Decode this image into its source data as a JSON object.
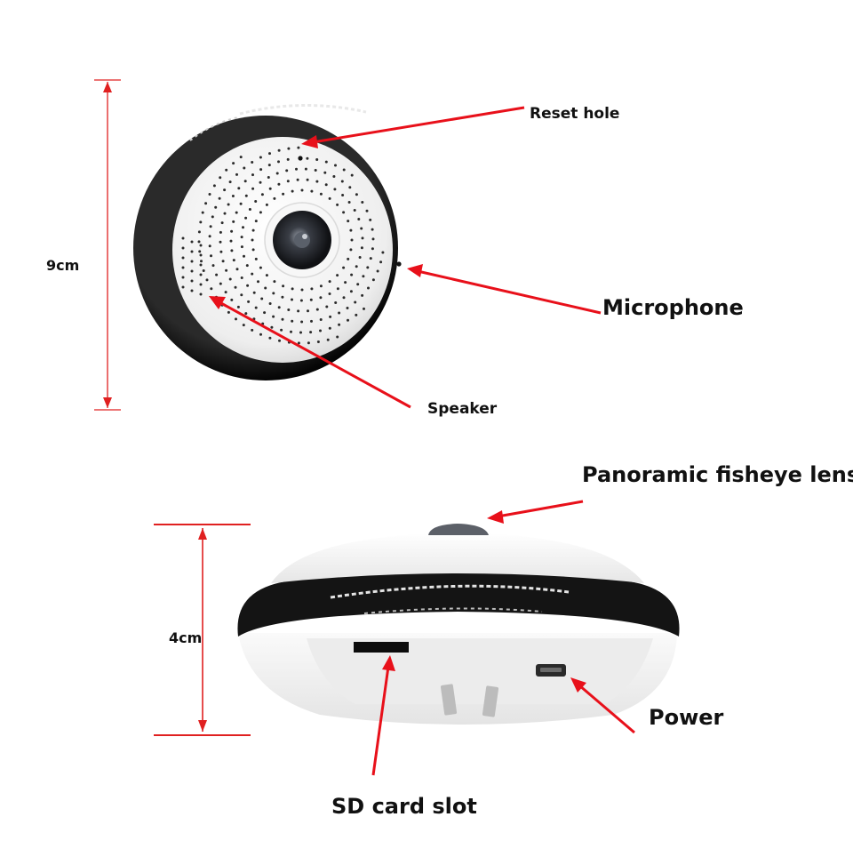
{
  "labels": {
    "reset_hole": "Reset hole",
    "microphone": "Microphone",
    "speaker": "Speaker",
    "fisheye_lens": "Panoramic fisheye lens",
    "power": "Power",
    "sd_card_slot": "SD card slot"
  },
  "dimensions": {
    "diameter": "9cm",
    "height": "4cm"
  },
  "colors": {
    "arrow": "#e8101a",
    "body_white": "#f4f4f4",
    "bezel_black": "#141414",
    "dimension_line": "#e02020"
  }
}
